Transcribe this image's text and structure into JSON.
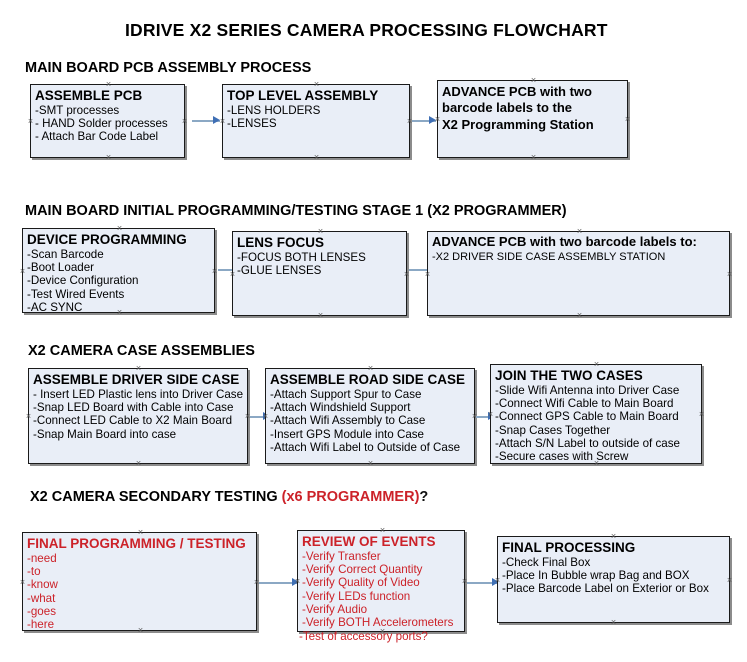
{
  "document": {
    "title": "IDRIVE X2  SERIES CAMERA PROCESSING FLOWCHART",
    "accent_color": "#cc2229",
    "box_fill_color": "#e9eef7",
    "arrow_color": "#8ba8c4"
  },
  "sections": [
    {
      "heading": "MAIN BOARD PCB ASSEMBLY PROCESS",
      "heading_accent": "",
      "boxes": [
        {
          "header": "ASSEMBLE PCB",
          "lines": [
            "-SMT processes",
            "- HAND Solder processes",
            "- Attach Bar Code Label"
          ]
        },
        {
          "header": "TOP LEVEL ASSEMBLY",
          "lines": [
            "-LENS HOLDERS",
            "-LENSES"
          ]
        },
        {
          "header": "ADVANCE PCB with two",
          "lines": [
            "barcode labels to the",
            " X2 Programming Station"
          ]
        }
      ]
    },
    {
      "heading": "MAIN BOARD INITIAL PROGRAMMING/TESTING STAGE 1 (X2 PROGRAMMER)",
      "heading_accent": "",
      "boxes": [
        {
          "header": "DEVICE PROGRAMMING",
          "lines": [
            "-Scan Barcode",
            "-Boot Loader",
            "-Device Configuration",
            "-Test Wired Events",
            "-AC SYNC"
          ]
        },
        {
          "header": "LENS FOCUS",
          "lines": [
            "-FOCUS BOTH LENSES",
            "-GLUE LENSES"
          ]
        },
        {
          "header": "ADVANCE PCB with two barcode labels to:",
          "lines": [
            "-X2 DRIVER  SIDE  CASE  ASSEMBLY STATION"
          ]
        }
      ]
    },
    {
      "heading": "X2 CAMERA CASE ASSEMBLIES",
      "heading_accent": "",
      "boxes": [
        {
          "header": "ASSEMBLE DRIVER SIDE CASE",
          "lines": [
            "- Insert LED Plastic lens into Driver Case",
            "-Snap LED Board with Cable into Case",
            "-Connect LED Cable to X2 Main Board",
            "-Snap Main Board into case"
          ]
        },
        {
          "header": "ASSEMBLE ROAD SIDE CASE",
          "lines": [
            "-Attach Support Spur to Case",
            "-Attach Windshield Support",
            "-Attach Wifi Assembly to Case",
            "-Insert GPS Module into Case",
            "-Attach Wifi Label to Outside of Case"
          ]
        },
        {
          "header": "JOIN THE TWO CASES",
          "lines": [
            "-Slide Wifi Antenna into Driver Case",
            "-Connect Wifi Cable to Main Board",
            "-Connect GPS Cable to Main Board",
            "-Snap Cases Together",
            "-Attach S/N Label to outside of case",
            "-Secure cases with Screw"
          ]
        }
      ]
    },
    {
      "heading": "X2 CAMERA SECONDARY TESTING ",
      "heading_accent": "(x6 PROGRAMMER)",
      "heading_suffix": "?",
      "boxes": [
        {
          "header": "FINAL PROGRAMMING / TESTING",
          "lines": [
            "-need",
            "-to",
            "-know",
            "-what",
            "-goes",
            "-here"
          ]
        },
        {
          "header": "REVIEW OF EVENTS",
          "lines": [
            "-Verify Transfer",
            "-Verify Correct Quantity",
            "-Verify Quality of Video",
            "-Verify LEDs function",
            "-Verify Audio",
            "-Verify BOTH Accelerometers"
          ],
          "overflow_line": "-Test of accessory ports?"
        },
        {
          "header": "FINAL PROCESSING",
          "lines": [
            " -Check Final Box",
            "-Place In Bubble wrap Bag and BOX",
            "-Place Barcode Label on Exterior or Box"
          ]
        }
      ]
    }
  ]
}
